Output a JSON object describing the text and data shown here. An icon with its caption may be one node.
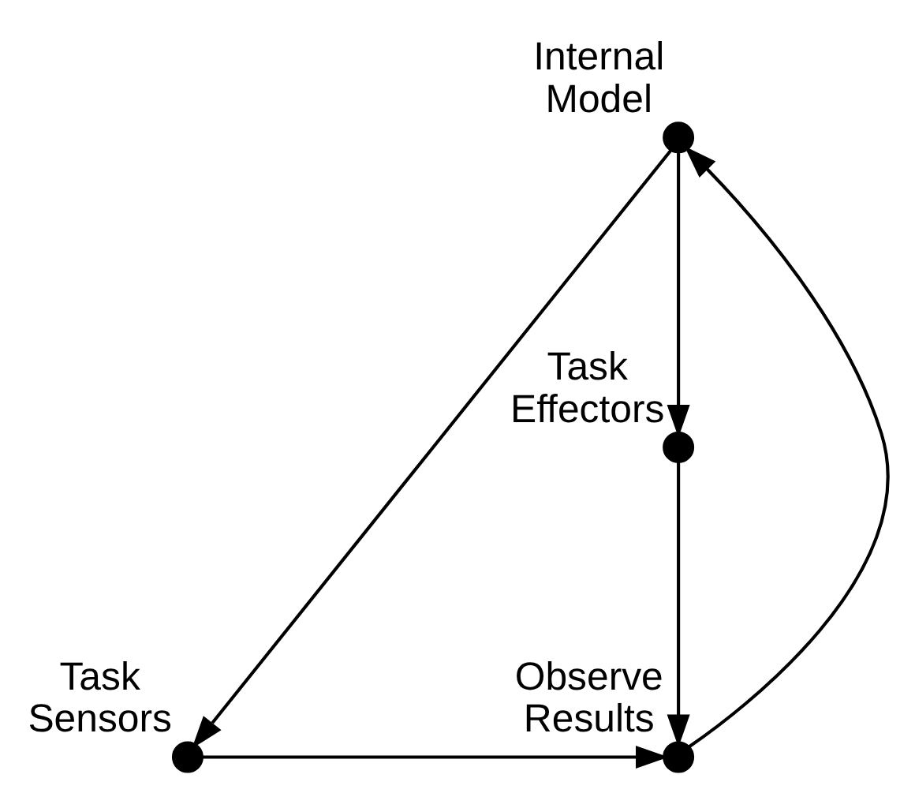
{
  "diagram": {
    "nodes": [
      {
        "text": [],
        "shape": "circle",
        "beside": [
          "Internal Model"
        ]
      },
      {
        "text": [],
        "shape": "circle",
        "beside": [
          "Task Sensors"
        ]
      },
      {
        "text": [],
        "shape": "circle",
        "beside": [
          "Observe Results"
        ]
      },
      {
        "text": [],
        "shape": "circle",
        "beside": [
          "Task Effectors"
        ]
      }
    ],
    "edges": [
      {
        "from": 0,
        "to": 1,
        "arrow": "to"
      },
      {
        "from": 0,
        "to": 3,
        "arrow": "to"
      },
      {
        "from": 1,
        "to": 2,
        "arrow": "to"
      },
      {
        "from": 3,
        "to": 2,
        "arrow": "to"
      },
      {
        "from": 2,
        "to": 0,
        "arrow": "to"
      }
    ]
  }
}
